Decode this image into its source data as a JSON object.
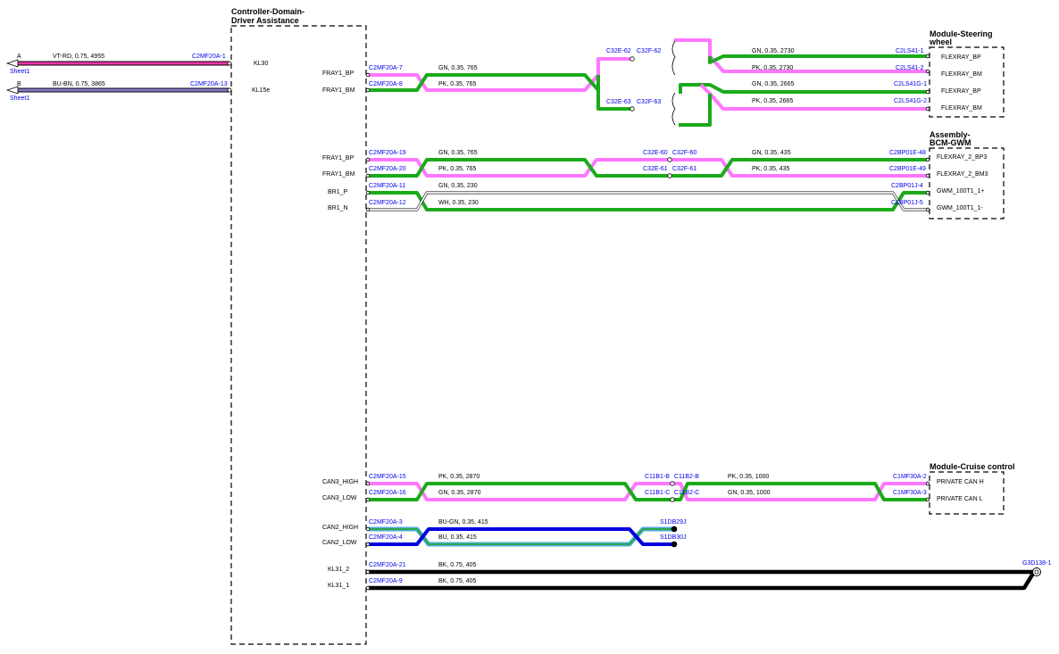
{
  "colors": {
    "pink": "#ff77ff",
    "green": "#1aaa1a",
    "blue": "#0000dd",
    "cyan": "#55aadd",
    "black": "#000000",
    "violet": "#ee33aa",
    "label_blue": "#0000ee"
  },
  "components": {
    "controller": {
      "title_1": "Controller-Domain-",
      "title_2": "Driver Assistance"
    },
    "steering": {
      "title_1": "Module-Steering",
      "title_2": "wheel"
    },
    "bcm": {
      "title_1": "Assembly-",
      "title_2": "BCM-GWM"
    },
    "cruise": {
      "title_1": "Module-Cruise control"
    }
  },
  "controller_pins": [
    "KL30",
    "KL15e",
    "FRAY1_BP",
    "FRAY1_BM",
    "FRAY1_BP",
    "FRAY1_BM",
    "BR1_P",
    "BR1_N",
    "CAN3_HIGH",
    "CAN3_LOW",
    "CAN2_HIGH",
    "CAN2_LOW",
    "KL31_2",
    "KL31_1"
  ],
  "steering_pins": [
    "FLEXRAY_BP",
    "FLEXRAY_BM",
    "FLEXRAY_BP",
    "FLEXRAY_BM"
  ],
  "bcm_pins": [
    "FLEXRAY_2_BP3",
    "FLEXRAY_2_BM3",
    "GWM_100T1_1+",
    "GWM_100T1_1-"
  ],
  "cruise_pins": [
    "PRIVATE CAN H",
    "PRIVATE CAN L"
  ],
  "power": [
    {
      "side": "A",
      "sheet": "Sheet1",
      "spec": "VT-RD,  0.75,  4955",
      "connector": "C2MF20A-1"
    },
    {
      "side": "B",
      "sheet": "Sheet1",
      "spec": "BU-BN,  0.75,  3865",
      "connector": "C2MF20A-13"
    }
  ],
  "flexray1": {
    "left_connectors": [
      "C2MF20A-7",
      "C2MF20A-8"
    ],
    "left_specs": [
      "GN,  0.35,  765",
      "PK,  0.35,  765"
    ],
    "splices": [
      "C32E-62",
      "C32F-62",
      "C32E-63",
      "C32F-63"
    ],
    "right_specs": [
      "GN,  0.35,  2730",
      "PK,  0.35,  2730",
      "GN,  0.35,  2665",
      "PK,  0.35,  2665"
    ],
    "right_connectors": [
      "C2LS41-1",
      "C2LS41-2",
      "C2LS41G-1",
      "C2LS41G-2"
    ]
  },
  "flexray2": {
    "left_connectors": [
      "C2MF20A-19",
      "C2MF20A-20"
    ],
    "left_specs": [
      "GN,  0.35,  765",
      "PK,  0.35,  765"
    ],
    "splices": [
      "C32E-60",
      "C32F-60",
      "C32E-61",
      "C32F-61"
    ],
    "right_specs": [
      "GN,  0.35,  435",
      "PK,  0.35,  435"
    ],
    "right_connectors": [
      "C2BP01E-48",
      "C2BP01E-49"
    ]
  },
  "br1": {
    "left_connectors": [
      "C2MF20A-11",
      "C2MF20A-12"
    ],
    "specs": [
      "GN,  0.35,  230",
      "WH,  0.35,  230"
    ],
    "right_connectors": [
      "C2BP01J-4",
      "C2BP01J-5"
    ]
  },
  "can3": {
    "left_connectors": [
      "C2MF20A-15",
      "C2MF20A-16"
    ],
    "left_specs": [
      "PK,  0.35,  2870",
      "GN,  0.35,  2870"
    ],
    "splices": [
      "C11B1-B",
      "C11B2-B",
      "C11B1-C",
      "C11B2-C"
    ],
    "right_specs": [
      "PK,  0.35,  1000",
      "GN,  0.35,  1000"
    ],
    "right_connectors": [
      "C1MF30A-2",
      "C1MF30A-3"
    ]
  },
  "can2": {
    "left_connectors": [
      "C2MF20A-3",
      "C2MF20A-4"
    ],
    "specs": [
      "BU-GN,  0.35,  415",
      "BU,  0.35,  415"
    ],
    "right_connectors": [
      "S1DB29J",
      "S1DB30J"
    ]
  },
  "ground": {
    "left_connectors": [
      "C2MF20A-21",
      "C2MF20A-9"
    ],
    "specs": [
      "BK,  0.75,  405",
      "BK,  0.75,  405"
    ],
    "right_connector": "G3D138-1"
  }
}
